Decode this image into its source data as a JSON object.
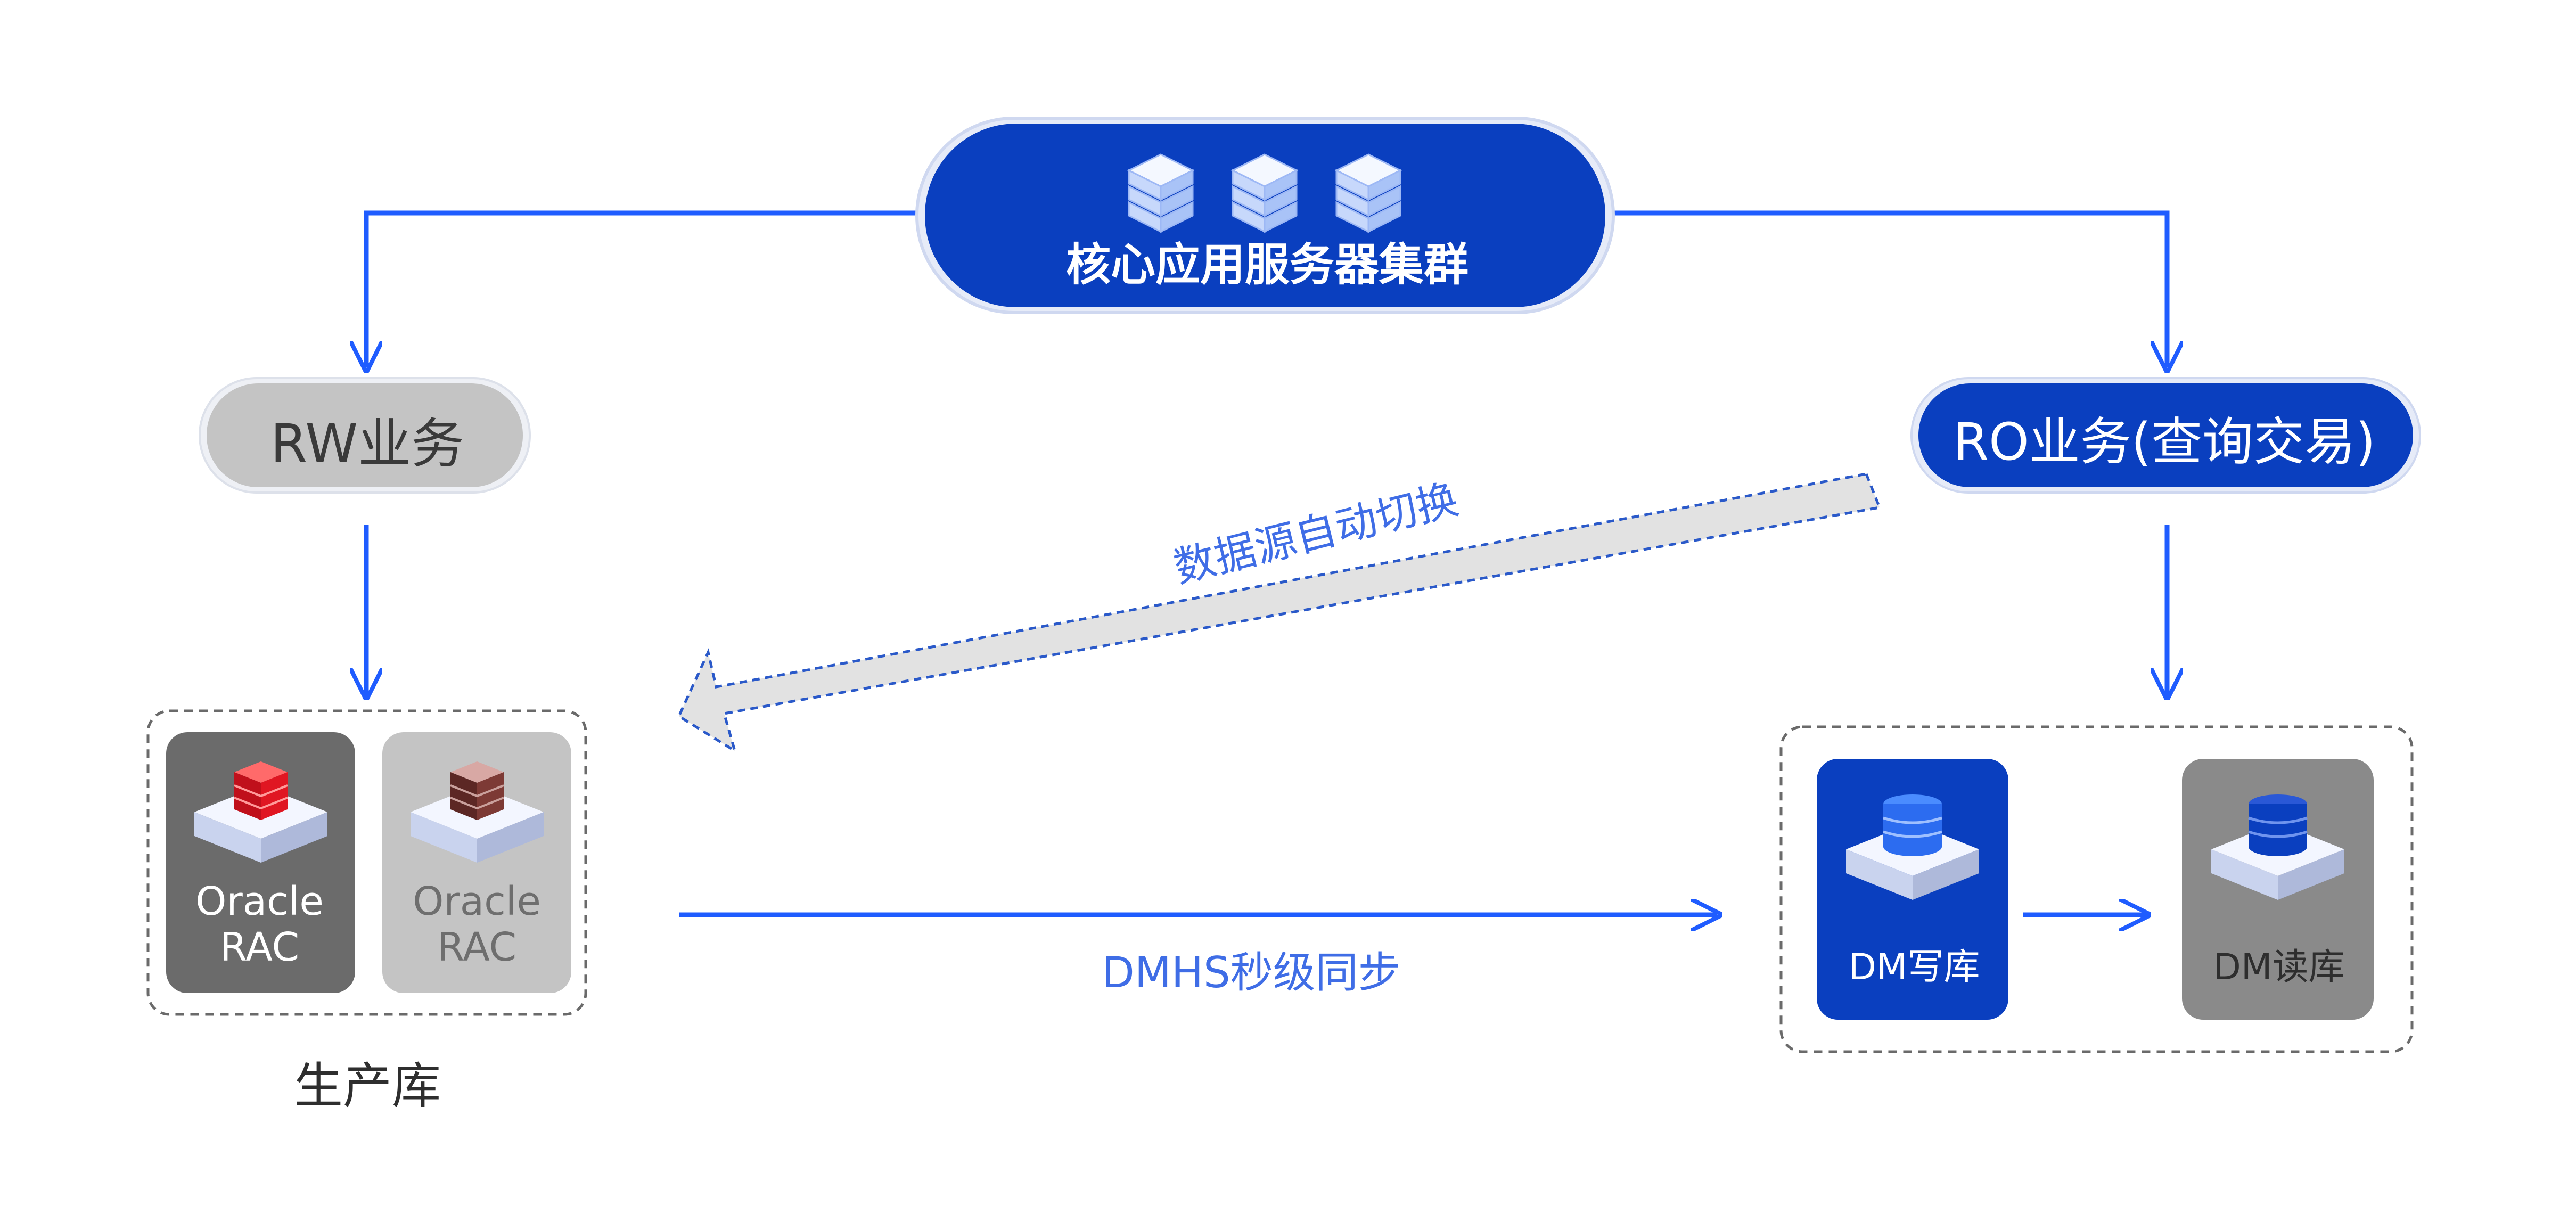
{
  "core_cluster": {
    "label": "核心应用服务器集群"
  },
  "rw_service": {
    "label": "RW业务"
  },
  "ro_service": {
    "label": "RO业务(查询交易)"
  },
  "switch_arrow": {
    "label": "数据源自动切换"
  },
  "production": {
    "label": "生产库",
    "nodes": [
      {
        "line1": "Oracle",
        "line2": "RAC"
      },
      {
        "line1": "Oracle",
        "line2": "RAC"
      }
    ]
  },
  "sync_arrow": {
    "label": "DMHS秒级同步"
  },
  "dm_cluster": {
    "write": {
      "label": "DM写库"
    },
    "read": {
      "label": "DM读库"
    }
  },
  "colors": {
    "primary_blue": "#0a3fbf",
    "arrow_blue": "#1f5cff",
    "dark_gray": "#6b6b6b",
    "light_gray": "#c4c4c4",
    "oracle_red": "#d0121e",
    "oracle_brown": "#6a2e2a"
  }
}
